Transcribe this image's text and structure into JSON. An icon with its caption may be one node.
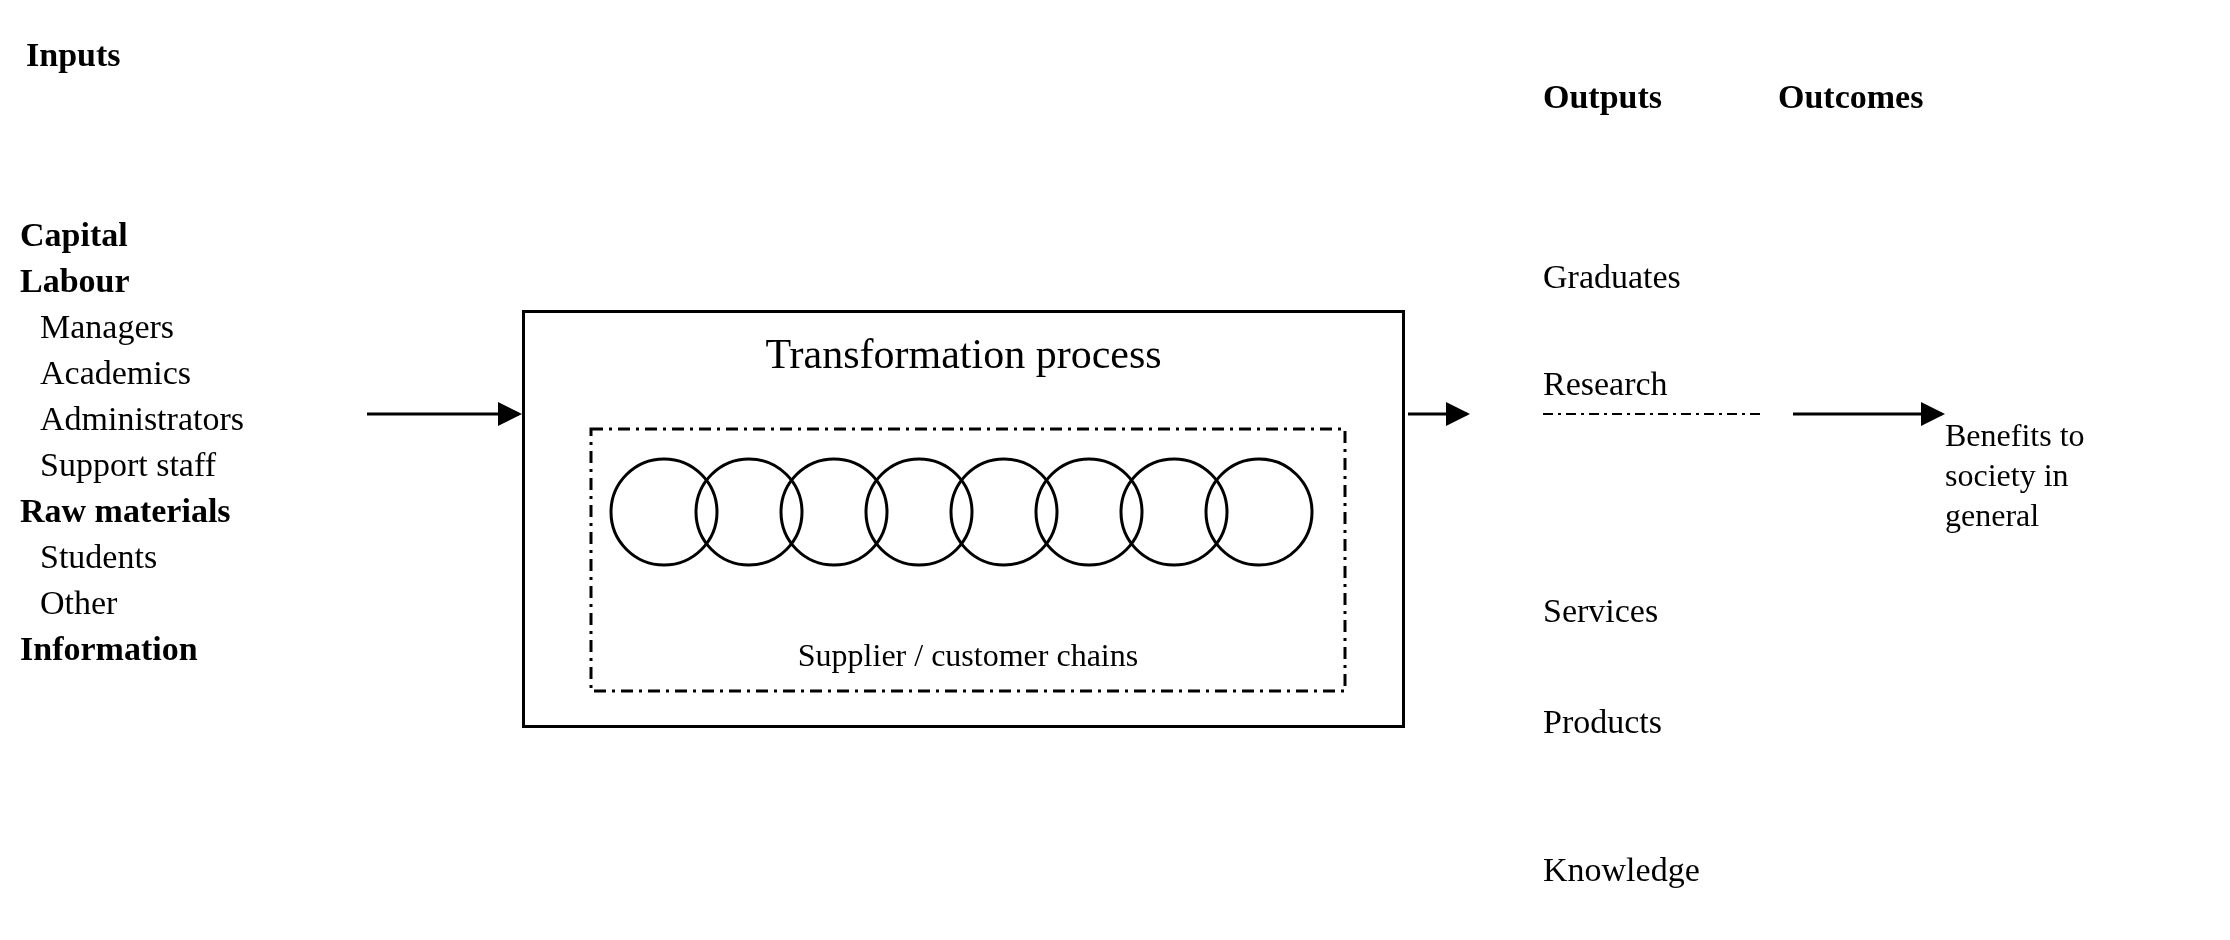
{
  "diagram": {
    "nodes": [
      {
        "text": [
          "**Capital**",
          "**Labour**",
          "Managers",
          "Academics",
          "Administrators",
          "Support staff",
          "**Raw materials**",
          "Students",
          "Other",
          "**Information**"
        ]
      },
      {
        "text": [
          "Transformation process"
        ]
      },
      {
        "text": [
          "Supplier / customer chains"
        ],
        "in": 1
      },
      {
        "text": [],
        "shape": "circle",
        "in": 2
      },
      {
        "text": [],
        "shape": "circle",
        "in": 2
      },
      {
        "text": [],
        "shape": "circle",
        "in": 2
      },
      {
        "text": [],
        "shape": "circle",
        "in": 2
      },
      {
        "text": [],
        "shape": "circle",
        "in": 2
      },
      {
        "text": [],
        "shape": "circle",
        "in": 2
      },
      {
        "text": [],
        "shape": "circle",
        "in": 2
      },
      {
        "text": [],
        "shape": "circle",
        "in": 2
      },
      {
        "text": [
          "Graduates",
          "Research",
          "Services",
          "Products",
          "Knowledge"
        ]
      },
      {
        "text": [
          "Benefits to society in general"
        ]
      }
    ],
    "edges": [
      {
        "from": 0,
        "to": 1,
        "arrow": "to"
      },
      {
        "from": 1,
        "to": 11,
        "arrow": "to"
      },
      {
        "from": 11,
        "to": 12,
        "arrow": "to"
      }
    ],
    "labels": [
      "Inputs",
      "Outputs",
      "Outcomes"
    ]
  }
}
